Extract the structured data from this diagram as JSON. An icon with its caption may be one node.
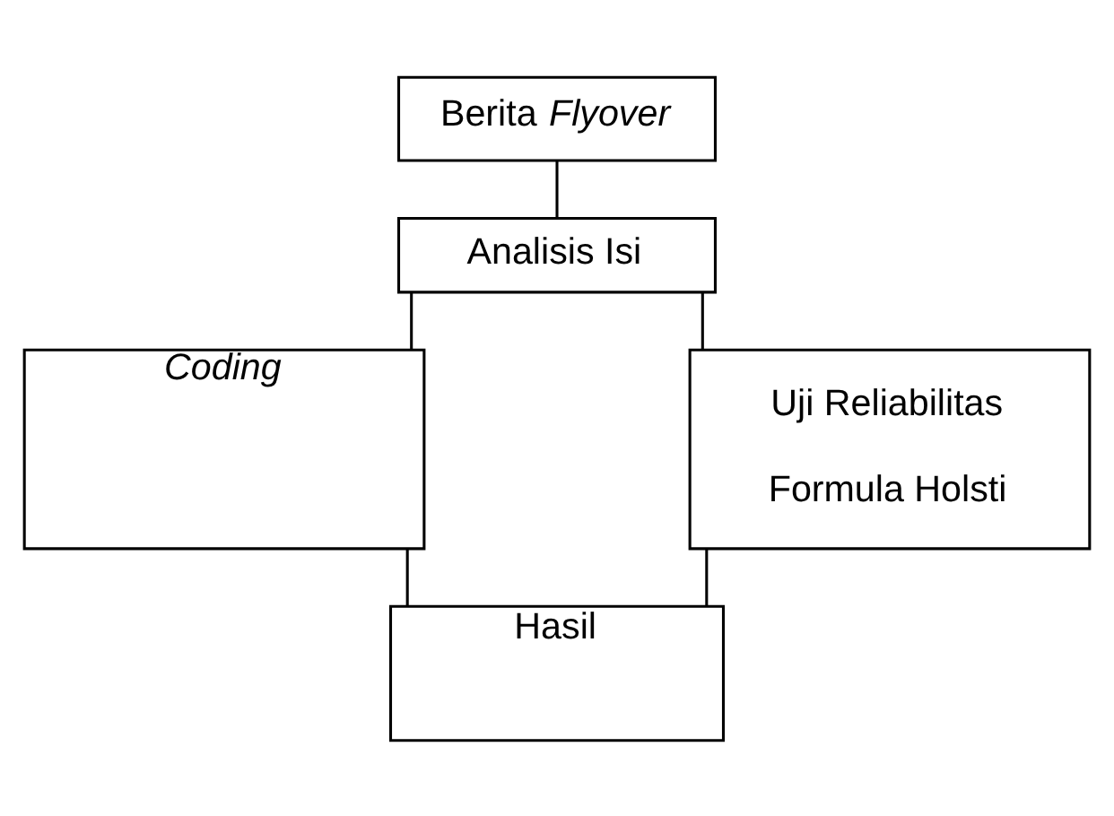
{
  "diagram": {
    "nodes": [
      {
        "text": [
          "Berita *Flyover*"
        ]
      },
      {
        "text": [
          "Analisis Isi"
        ]
      },
      {
        "text": [
          "Coding"
        ]
      },
      {
        "text": [
          "Uji Reliabilitas",
          "Formula Holsti"
        ]
      },
      {
        "text": [
          "Hasil"
        ]
      }
    ],
    "edges": [
      {
        "from": 0,
        "to": 1,
        "arrow": "none"
      },
      {
        "from": 1,
        "to": 2,
        "arrow": "none"
      },
      {
        "from": 1,
        "to": 3,
        "arrow": "none"
      },
      {
        "from": 2,
        "to": 4,
        "arrow": "none"
      },
      {
        "from": 3,
        "to": 4,
        "arrow": "none"
      }
    ]
  }
}
